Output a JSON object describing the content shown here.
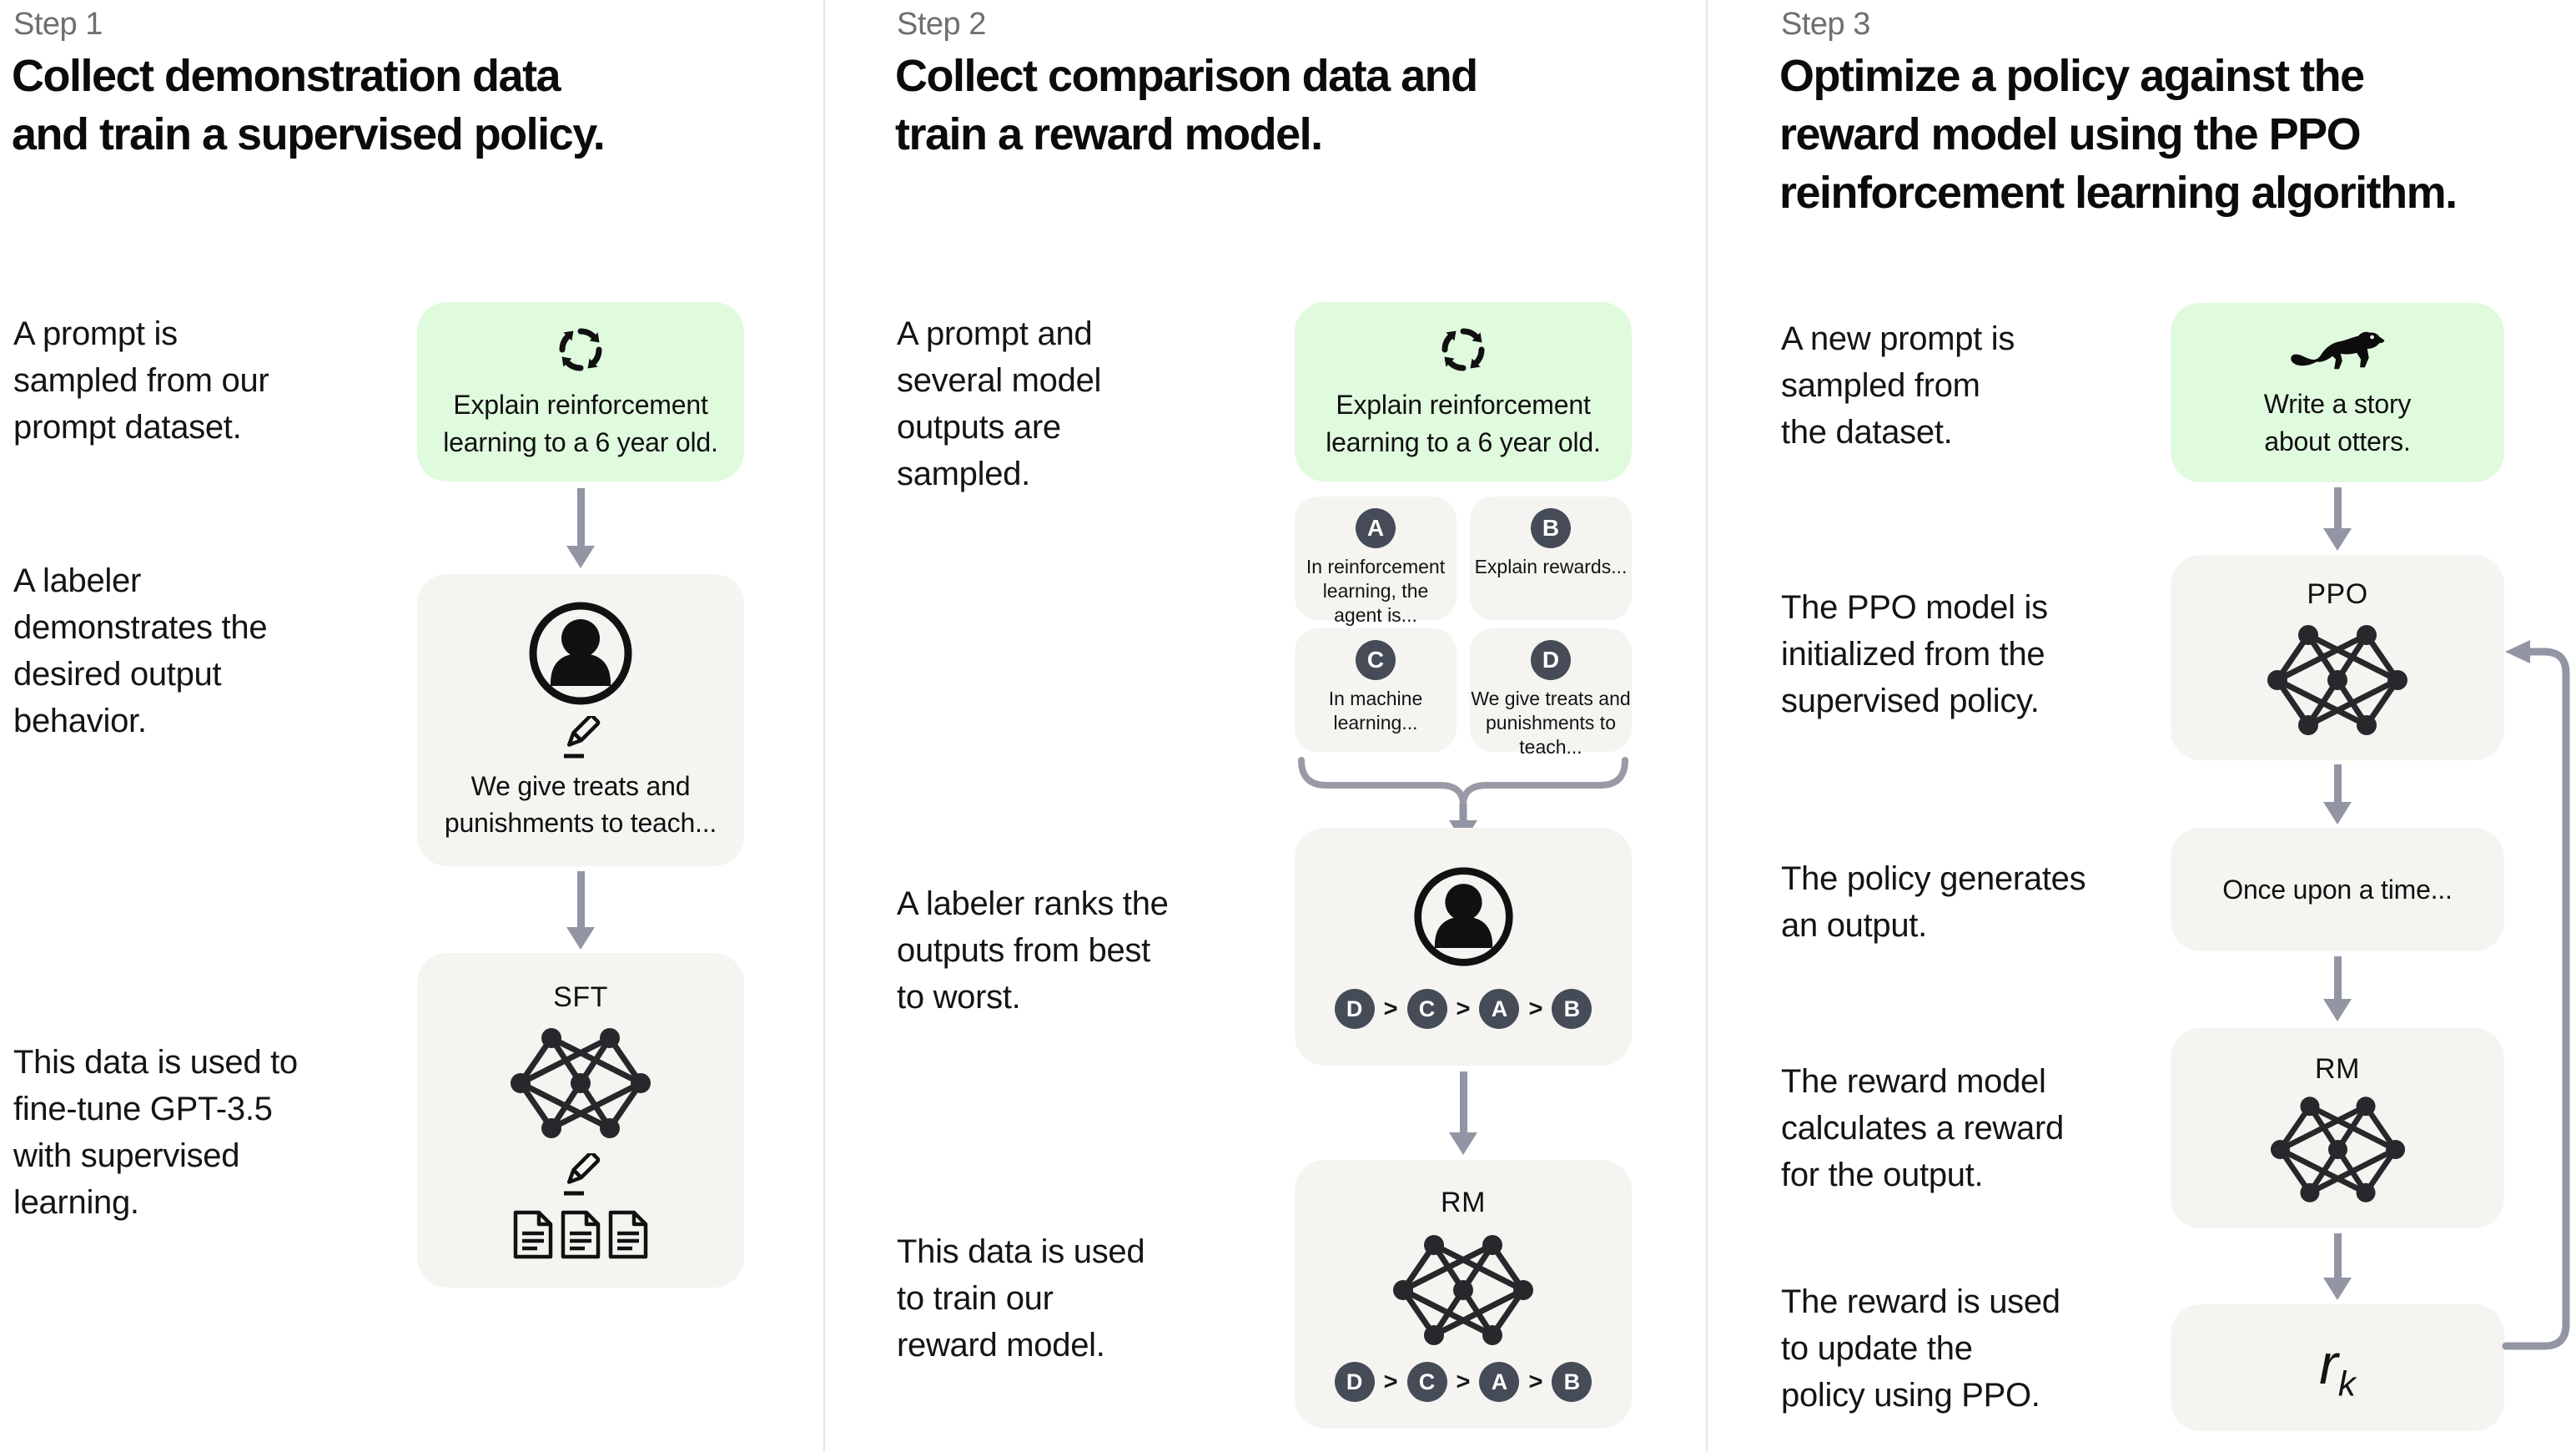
{
  "colors": {
    "background": "#ffffff",
    "prompt_box_green": "#e0fade",
    "card_gray": "#f5f4f1",
    "badge_dark": "#454b57",
    "arrow_gray": "#9295a3",
    "divider": "#e6e6e6",
    "step_label": "#6e6e73",
    "text": "#111111"
  },
  "icons": {
    "cycle": "cycle-icon",
    "person": "labeler-person-icon",
    "pencil": "pencil-icon",
    "documents": "documents-icon",
    "network": "neural-network-icon",
    "otter": "otter-icon"
  },
  "columns": [
    {
      "step": "Step 1",
      "heading": "Collect demonstration data\nand train a supervised policy.",
      "texts": {
        "prompt": "A prompt is\nsampled from our\nprompt dataset.",
        "labeler": "A labeler\ndemonstrates the\ndesired output\nbehavior.",
        "finetune": "This data is used to\nfine-tune GPT-3.5\nwith supervised\nlearning."
      },
      "prompt_box_text": "Explain reinforcement\nlearning to a 6 year old.",
      "labeler_box_text": "We give treats and\npunishments to teach...",
      "model_label": "SFT"
    },
    {
      "step": "Step 2",
      "heading": "Collect comparison data and\ntrain a reward model.",
      "texts": {
        "prompt": "A prompt and\nseveral model\noutputs are\nsampled.",
        "rank": "A labeler ranks the\noutputs from best\nto worst.",
        "train": "This data is used\nto train our\nreward model."
      },
      "prompt_box_text": "Explain reinforcement\nlearning to a 6 year old.",
      "options": [
        {
          "id": "A",
          "text": "In reinforcement\nlearning, the\nagent is..."
        },
        {
          "id": "B",
          "text": "Explain rewards..."
        },
        {
          "id": "C",
          "text": "In machine\nlearning..."
        },
        {
          "id": "D",
          "text": "We give treats and\npunishments to\nteach..."
        }
      ],
      "ranking": [
        "D",
        "C",
        "A",
        "B"
      ],
      "rank_gt": ">",
      "model_label": "RM"
    },
    {
      "step": "Step 3",
      "heading": "Optimize a policy against the\nreward model using the PPO\nreinforcement learning algorithm.",
      "texts": {
        "prompt": "A new prompt is\nsampled from\nthe dataset.",
        "init": "The PPO model is\ninitialized from the\nsupervised policy.",
        "output": "The policy generates\nan output.",
        "reward": "The reward model\ncalculates a reward\nfor the output.",
        "update": "The reward is used\nto update the\npolicy using PPO."
      },
      "prompt_box_text": "Write a story\nabout otters.",
      "ppo_label": "PPO",
      "output_box_text": "Once upon a time...",
      "rm_label": "RM",
      "reward_base": "r",
      "reward_sub": "k"
    }
  ]
}
